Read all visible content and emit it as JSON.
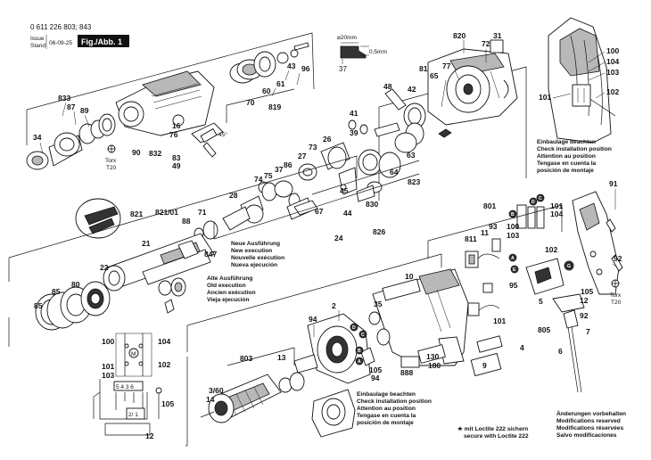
{
  "header": {
    "part_number": "0 611 226 803; 843",
    "issue_label": "Issue",
    "stand_label": "Stand",
    "date": "06-09-25",
    "fig_label": "Fig./Abb. 1"
  },
  "gauge": {
    "diameter": "⌀20mm",
    "thickness": "0,5mm",
    "part": "37"
  },
  "torx_left": {
    "label": "Torx",
    "size": "T20"
  },
  "torx_right": {
    "label": "Torx",
    "size": "T20"
  },
  "angle": "45°",
  "labels": {
    "p833": "833",
    "p87": "87",
    "p89": "89",
    "p34": "34",
    "p90": "90",
    "p832": "832",
    "p49": "49",
    "p83": "83",
    "p76": "76",
    "p16": "16",
    "p96": "96",
    "p43": "43",
    "p61": "61",
    "p60": "60",
    "p70": "70",
    "p819": "819",
    "p820": "820",
    "p72": "72",
    "p31": "31",
    "p77": "77",
    "p65": "65",
    "p81": "81",
    "p42": "42",
    "p48": "48",
    "p41": "41",
    "p26": "26",
    "p73": "73",
    "p27": "27",
    "p39": "39",
    "p45": "45",
    "p64": "64",
    "p63": "63",
    "p823": "823",
    "p830": "830",
    "p86": "86",
    "p37b": "37",
    "p74": "74",
    "p75": "75",
    "p28": "28",
    "p71": "71",
    "p88": "88",
    "p821a": "821",
    "p821_01": "821/01",
    "p67": "67",
    "p44": "44",
    "p24": "24",
    "p826": "826",
    "p21": "21",
    "p847": "847",
    "p22": "22",
    "p85a": "85",
    "p85b": "85",
    "p80": "80",
    "p35": "35",
    "p2": "2",
    "p94a": "94",
    "p94b": "94",
    "p105a": "105",
    "p130": "130",
    "p180": "180",
    "p888": "888",
    "p9": "9",
    "p10": "10",
    "p803": "803",
    "p3_60": "3/60",
    "p14": "14",
    "p13": "13",
    "p100a": "100",
    "p104a": "104",
    "p101a": "101",
    "p103a": "103",
    "p102a": "102",
    "p105b": "105",
    "p12a": "12",
    "p801": "801",
    "p811": "811",
    "p93": "93",
    "p11": "11",
    "p100b": "100",
    "p104b": "104",
    "p101b": "101",
    "p103b": "103",
    "p102b": "102",
    "p95": "95",
    "p105c": "105",
    "p12b": "12",
    "p5": "5",
    "p805": "805",
    "p6": "6",
    "p7": "7",
    "p92a": "92",
    "p92b": "92",
    "p91": "91",
    "p101c": "101",
    "p100c": "100",
    "p104c": "104",
    "p103c": "103",
    "p102c": "102",
    "p101d": "101",
    "p4": "4"
  },
  "wiring_terminals": "5 4 3 6",
  "wiring_block": "2/ 1",
  "notes": {
    "new_exec": [
      "Neue Ausführung",
      "New execution",
      "Nouvelle exécution",
      "Nueva ejecución"
    ],
    "old_exec": [
      "Alte Ausführung",
      "Old execution",
      "Ancien exécution",
      "Vieja ejecución"
    ],
    "install_right": [
      "Einbaulage beachten",
      "Check installation position",
      "Attention au position",
      "Tengase en cuenta la",
      "posición de montaje"
    ],
    "install_bottom": [
      "Einbaulage beachten",
      "Check installation position",
      "Attention au position",
      "Tengase en cuenta la",
      "posición de montaje"
    ],
    "loctite": [
      "★ mit Loctite 222 sichern",
      "secure with Loctite 222"
    ],
    "changes": [
      "Änderungen vorbehalten",
      "Modifications reserved",
      "Modifications réservées",
      "Salvo modificaciones"
    ]
  },
  "circle_letters": [
    "A",
    "B",
    "C",
    "D",
    "E",
    "F",
    "G"
  ]
}
